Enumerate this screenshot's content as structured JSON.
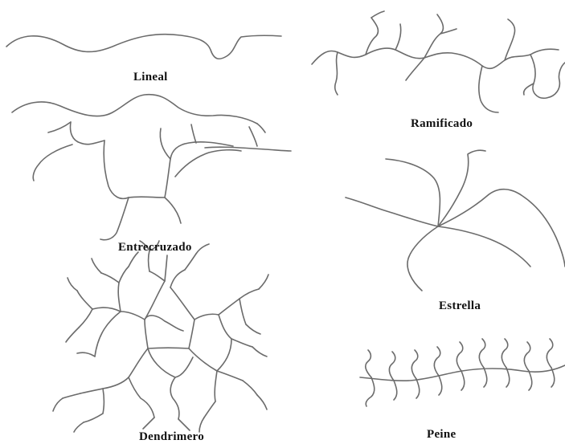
{
  "labels": {
    "lineal": "Lineal",
    "ramificado": "Ramificado",
    "entrecruzado": "Entrecruzado",
    "estrella": "Estrella",
    "dendrimero": "Dendrimero",
    "peine": "Peine"
  },
  "colors": {
    "line": "#6b6b6b",
    "text": "#111111",
    "background": "#ffffff"
  }
}
